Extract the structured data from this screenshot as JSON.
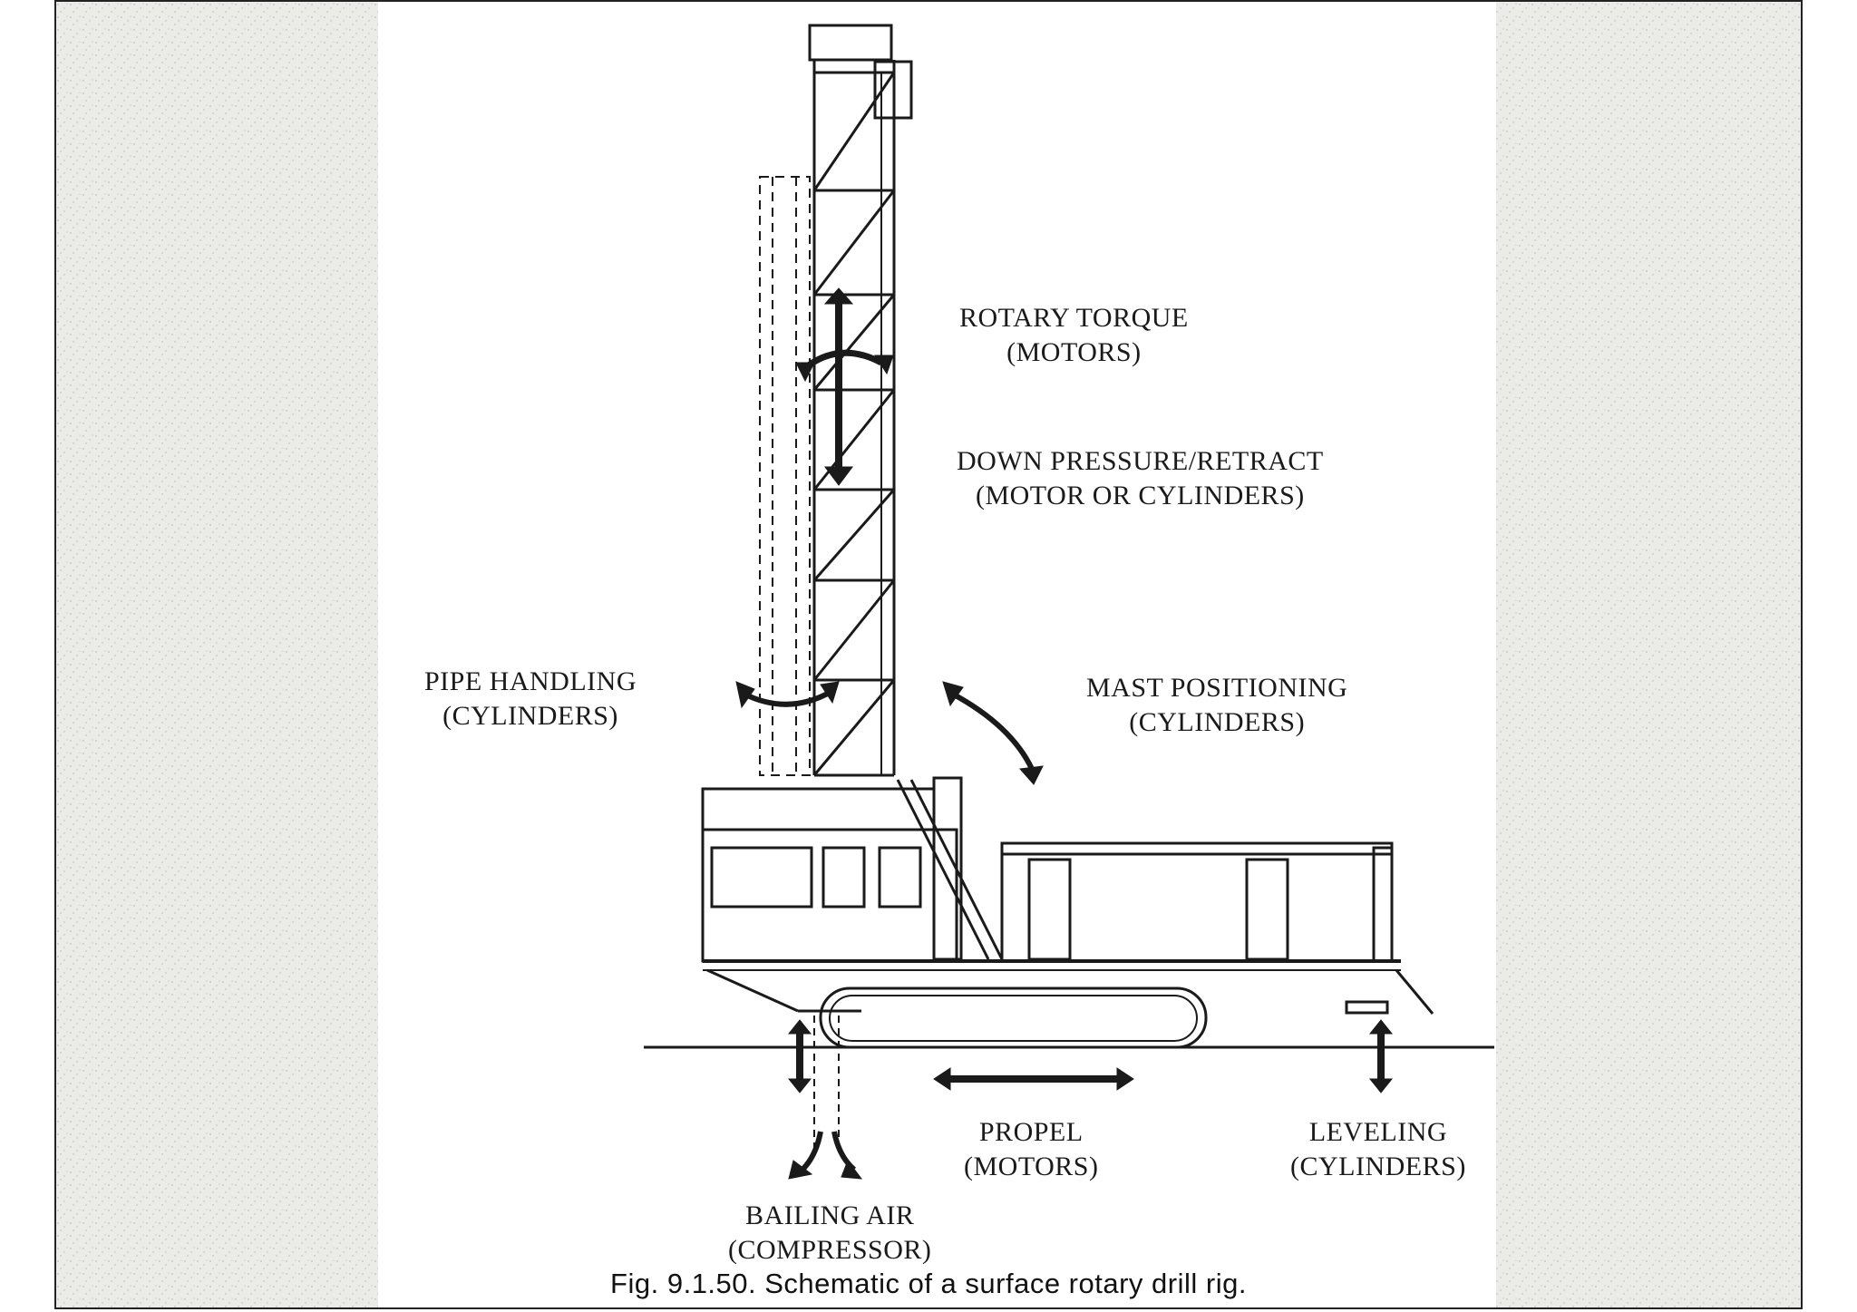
{
  "labels": {
    "rotary_torque": {
      "line1": "ROTARY TORQUE",
      "line2": "(MOTORS)"
    },
    "down_pressure": {
      "line1": "DOWN PRESSURE/RETRACT",
      "line2": "(MOTOR OR CYLINDERS)"
    },
    "pipe_handling": {
      "line1": "PIPE HANDLING",
      "line2": "(CYLINDERS)"
    },
    "mast_positioning": {
      "line1": "MAST POSITIONING",
      "line2": "(CYLINDERS)"
    },
    "propel": {
      "line1": "PROPEL",
      "line2": "(MOTORS)"
    },
    "leveling": {
      "line1": "LEVELING",
      "line2": "(CYLINDERS)"
    },
    "bailing_air": {
      "line1": "BAILING AIR",
      "line2": "(COMPRESSOR)"
    }
  },
  "caption": "Fig. 9.1.50. Schematic of a surface rotary drill rig.",
  "colors": {
    "ink": "#1a1a1a",
    "paper": "#ffffff",
    "background": "#ebebe8"
  }
}
